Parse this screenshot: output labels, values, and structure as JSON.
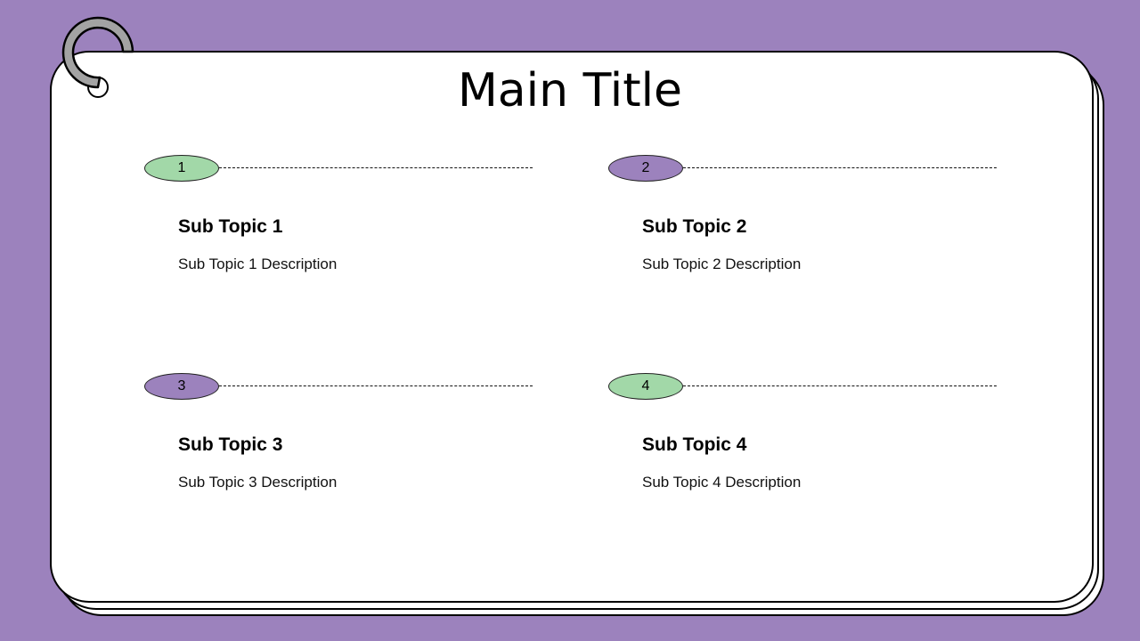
{
  "colors": {
    "background": "#9c82bd",
    "badge_green": "#a2d8a8",
    "badge_purple": "#9c82bd",
    "ring": "#a3a3a3"
  },
  "main_title": "Main Title",
  "topics": [
    {
      "number": "1",
      "title": "Sub Topic 1",
      "description": "Sub Topic 1 Description",
      "badge_color": "green"
    },
    {
      "number": "2",
      "title": "Sub Topic 2",
      "description": "Sub Topic 2 Description",
      "badge_color": "purple"
    },
    {
      "number": "3",
      "title": "Sub Topic 3",
      "description": "Sub Topic 3 Description",
      "badge_color": "purple"
    },
    {
      "number": "4",
      "title": "Sub Topic 4",
      "description": "Sub Topic 4 Description",
      "badge_color": "green"
    }
  ]
}
